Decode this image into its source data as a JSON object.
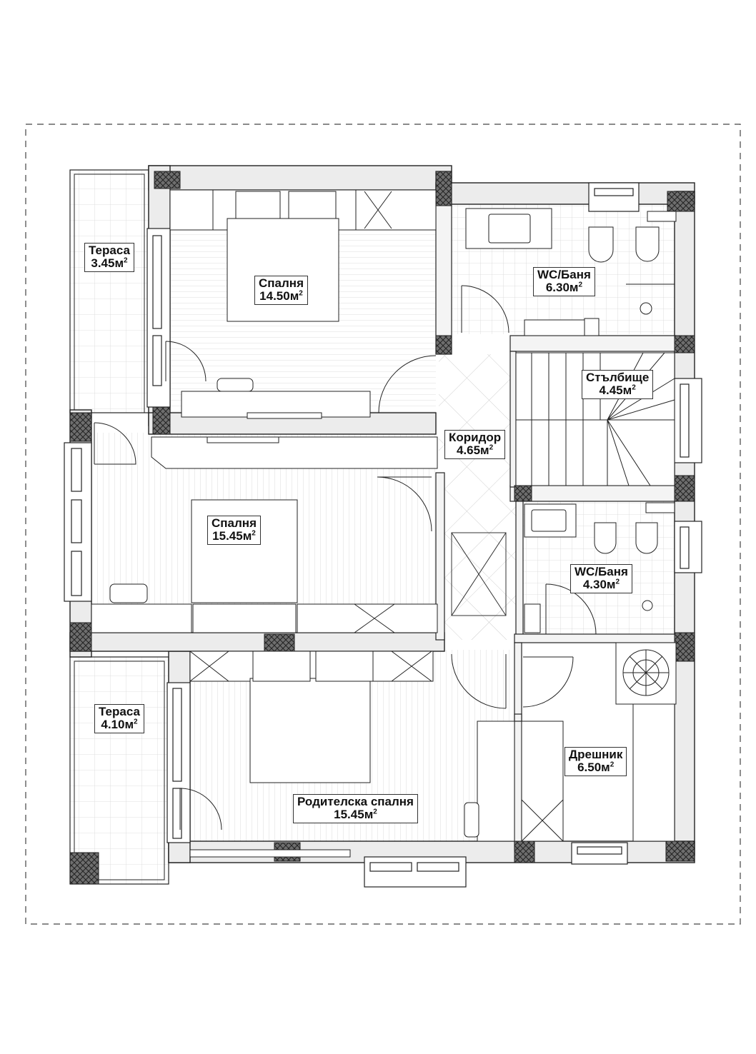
{
  "colors": {
    "wall_fill": "#ececec",
    "line": "#222222",
    "floor_line": "#c8c8c8",
    "column_fill": "#6e6e6e"
  },
  "unit_suffix": "м",
  "unit_power": "2",
  "rooms": [
    {
      "id": "terrace-top",
      "name": "Тераса",
      "area": "3.45"
    },
    {
      "id": "bedroom-top",
      "name": "Спалня",
      "area": "14.50"
    },
    {
      "id": "wc-top",
      "name": "WC/Баня",
      "area": "6.30"
    },
    {
      "id": "stairs",
      "name": "Стълбище",
      "area": "4.45"
    },
    {
      "id": "corridor",
      "name": "Коридор",
      "area": "4.65"
    },
    {
      "id": "bedroom-mid",
      "name": "Спалня",
      "area": "15.45"
    },
    {
      "id": "wc-mid",
      "name": "WC/Баня",
      "area": "4.30"
    },
    {
      "id": "terrace-bottom",
      "name": "Тераса",
      "area": "4.10"
    },
    {
      "id": "wardrobe",
      "name": "Дрешник",
      "area": "6.50"
    },
    {
      "id": "master-bedroom",
      "name": "Родителска спалня",
      "area": "15.45"
    }
  ]
}
